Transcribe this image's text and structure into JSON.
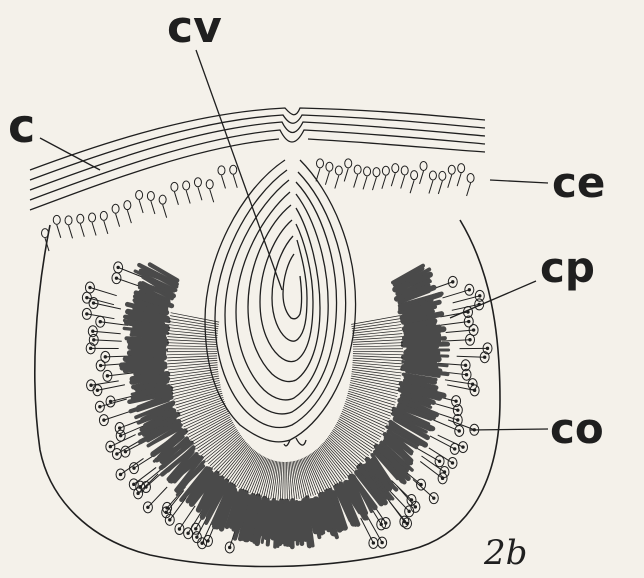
{
  "figure": {
    "number": "2b",
    "labels": {
      "c": "c",
      "cv": "cv",
      "ce": "ce",
      "cp": "cp",
      "co": "co"
    }
  },
  "colors": {
    "paper": "#f4f1ea",
    "ink": "#1f1f1f",
    "pigment": "#4a4a4a"
  }
}
